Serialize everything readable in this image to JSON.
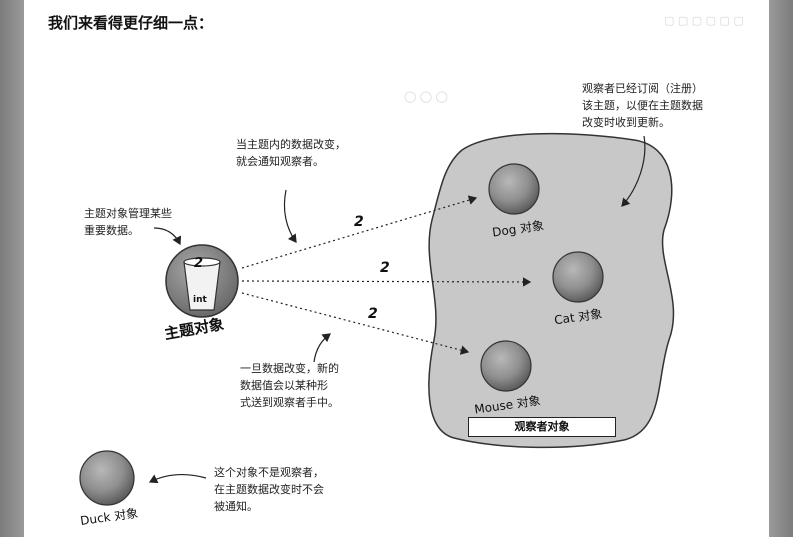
{
  "heading": "我们来看得更仔细一点：",
  "notes": {
    "subject_manages": [
      "主题对象管理某些",
      "重要数据。"
    ],
    "subject_changes": [
      "当主题内的数据改变，",
      "就会通知观察者。"
    ],
    "observers_registered": [
      "观察者已经订阅（注册）",
      "该主题，以便在主题数据",
      "改变时收到更新。"
    ],
    "new_value_sent": [
      "一旦数据改变，新的",
      "数据值会以某种形",
      "式送到观察者手中。"
    ],
    "duck_not_observer": [
      "这个对象不是观察者，",
      "在主题数据改变时不会",
      "被通知。"
    ]
  },
  "subject": {
    "label": "主题对象",
    "cup_value": "2",
    "cup_type": "int"
  },
  "observers": [
    {
      "name": "Dog 对象"
    },
    {
      "name": "Cat 对象"
    },
    {
      "name": "Mouse 对象"
    }
  ],
  "arrow_values": [
    "2",
    "2",
    "2"
  ],
  "observer_group_label": "观察者对象",
  "duck": {
    "name": "Duck 对象"
  },
  "colors": {
    "blob": "#c8c8c8",
    "ball": "#8d8d8d",
    "subject_ring": "#8a8a8a",
    "page_edge": "#8a8a8a"
  }
}
